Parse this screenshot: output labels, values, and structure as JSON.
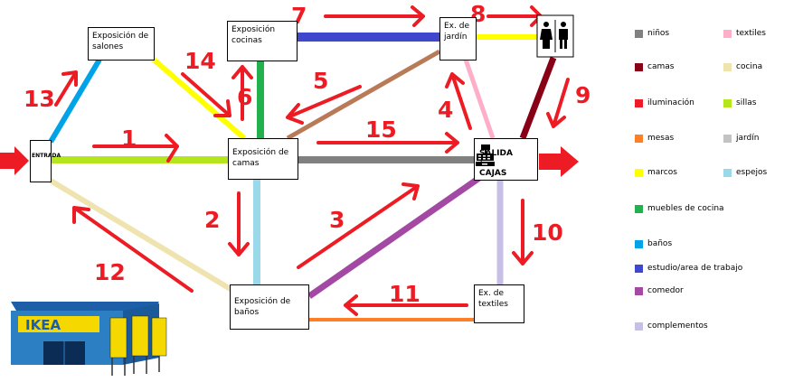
{
  "nodes": {
    "entrada": "ENTRADA",
    "salones": "Exposición de salones",
    "cocinas": "Exposición cocinas",
    "jardin": "Ex. de jardín",
    "camas": "Exposición de camas",
    "salida": "SALIDA / CAJAS",
    "banos": "Exposición de baños",
    "textiles": "Ex. de textiles"
  },
  "step_numbers": [
    "1",
    "2",
    "3",
    "4",
    "5",
    "6",
    "7",
    "8",
    "9",
    "10",
    "11",
    "12",
    "13",
    "14",
    "15"
  ],
  "legend": [
    {
      "label": "niños",
      "color": "#808080"
    },
    {
      "label": "textiles",
      "color": "#ffaec9"
    },
    {
      "label": "camas",
      "color": "#880015"
    },
    {
      "label": "cocina",
      "color": "#efe4b0"
    },
    {
      "label": "iluminación",
      "color": "#ed1c24"
    },
    {
      "label": "sillas",
      "color": "#b5e61d"
    },
    {
      "label": "mesas",
      "color": "#ff7f27"
    },
    {
      "label": "jardín",
      "color": "#c3c3c3"
    },
    {
      "label": "marcos",
      "color": "#ffff00"
    },
    {
      "label": "espejos",
      "color": "#99d9ea"
    },
    {
      "label": "muebles de cocina",
      "color": "#22b14c"
    },
    {
      "label": "baños",
      "color": "#00a2e8"
    },
    {
      "label": "estudio/area de trabajo",
      "color": "#3f48cc"
    },
    {
      "label": "comedor",
      "color": "#a349a4"
    },
    {
      "label": "complementos",
      "color": "#c8bfe7"
    }
  ],
  "ikea_logo_text": "IKEA",
  "colors": {
    "arrow": "#ed1c24"
  }
}
